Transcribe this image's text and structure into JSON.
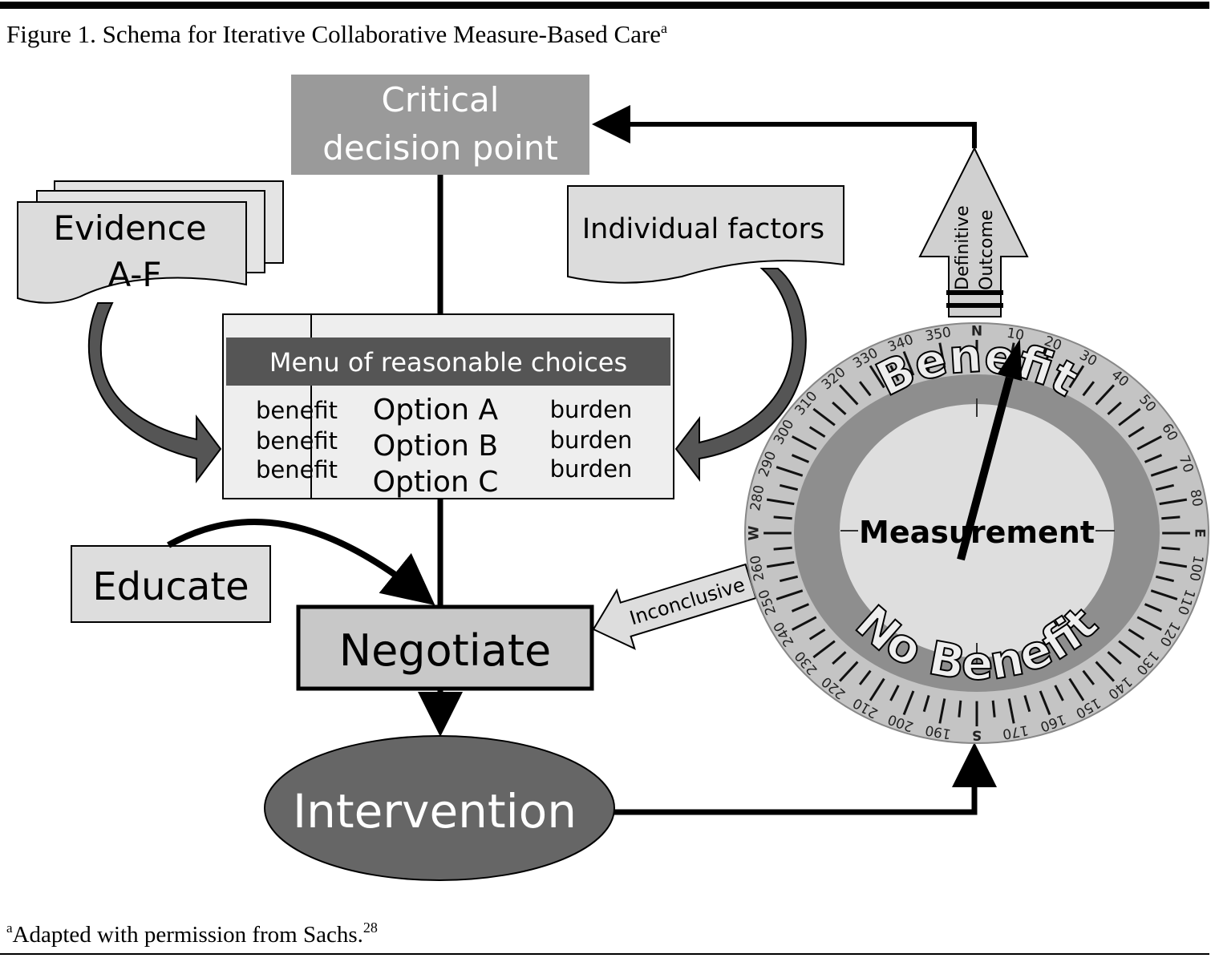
{
  "figure": {
    "title": "Figure 1. Schema for Iterative Collaborative Measure-Based Care",
    "title_sup": "a",
    "footnote_sup": "a",
    "footnote": "Adapted with permission from Sachs.",
    "footnote_ref": "28"
  },
  "nodes": {
    "critical_line1": "Critical",
    "critical_line2": "decision point",
    "evidence_line1": "Evidence",
    "evidence_line2": "A-F",
    "individual_factors": "Individual factors",
    "menu_title": "Menu of reasonable choices",
    "benefits": [
      "benefit",
      "benefit",
      "benefit"
    ],
    "options": [
      "Option A",
      "Option B",
      "Option C"
    ],
    "burdens": [
      "burden",
      "burden",
      "burden"
    ],
    "educate": "Educate",
    "negotiate": "Negotiate",
    "intervention": "Intervention",
    "inconclusive": "Inconclusive",
    "definitive_line1": "Definitive",
    "definitive_line2": "Outcome"
  },
  "compass": {
    "center_label": "Measurement",
    "top_label": "Benefit",
    "bottom_label": "No Benefit",
    "dial_labels": [
      "N",
      "10",
      "20",
      "30",
      "40",
      "50",
      "60",
      "70",
      "80",
      "E",
      "100",
      "110",
      "120",
      "130",
      "140",
      "150",
      "160",
      "170",
      "S",
      "190",
      "200",
      "210",
      "220",
      "230",
      "240",
      "250",
      "260",
      "W",
      "280",
      "290",
      "300",
      "310",
      "320",
      "330",
      "340",
      "350"
    ],
    "needle_heading_deg": 15
  },
  "colors": {
    "dark": "#555555",
    "mid": "#9a9a9a",
    "light": "#dcdcdc",
    "ring": "#8e8e8e"
  }
}
